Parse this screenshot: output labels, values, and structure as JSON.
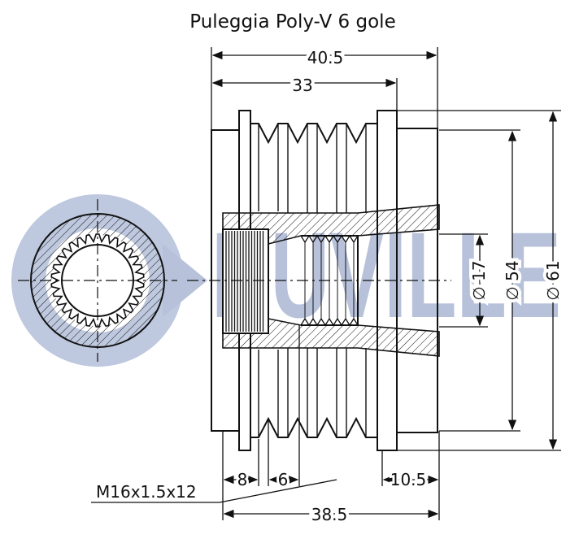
{
  "title": "Puleggia Poly-V 6 gole",
  "watermark": {
    "text": "RUVILLE",
    "color": "#b7c2da"
  },
  "dimensions": {
    "overall_length": "40.5",
    "pulley_length": "33",
    "groove_section": "38.5",
    "flange_width": "8",
    "groove_pitch": "6",
    "front_offset": "10.5",
    "bore_diameter": "∅ 17",
    "groove_diameter": "∅ 54",
    "outer_diameter": "∅ 61"
  },
  "thread_callout": "M16x1.5x12",
  "colors": {
    "line": "#111111",
    "hatch": "#111111",
    "background": "#ffffff"
  },
  "grooves": 6
}
